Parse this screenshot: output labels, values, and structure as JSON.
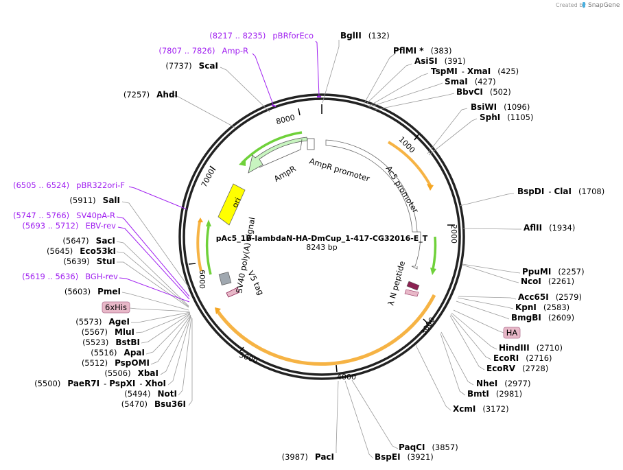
{
  "credit": {
    "text": "Created by",
    "brand": "SnapGene"
  },
  "plasmid": {
    "name": "pAc5_1B-lambdaN-HA-DmCup_1-417-CG32016-E_T",
    "size_label": "8243 bp",
    "length": 8243
  },
  "ticks": [
    "1000",
    "2000",
    "3000",
    "4000",
    "5000",
    "6000",
    "7000",
    "8000"
  ],
  "sites": [
    {
      "name": "BglII",
      "pos": "(132)"
    },
    {
      "name": "PflMI *",
      "pos": "(383)"
    },
    {
      "name": "AsiSI",
      "pos": "(391)"
    },
    {
      "name": "TspMI",
      "sep": "-",
      "name2": "XmaI",
      "pos": "(425)"
    },
    {
      "name": "SmaI",
      "pos": "(427)"
    },
    {
      "name": "BbvCI",
      "pos": "(502)"
    },
    {
      "name": "BsiWI",
      "pos": "(1096)"
    },
    {
      "name": "SphI",
      "pos": "(1105)"
    },
    {
      "name": "BspDI",
      "sep": "-",
      "name2": "ClaI",
      "pos": "(1708)"
    },
    {
      "name": "AflII",
      "pos": "(1934)"
    },
    {
      "name": "PpuMI",
      "pos": "(2257)"
    },
    {
      "name": "NcoI",
      "pos": "(2261)"
    },
    {
      "name": "Acc65I",
      "pos": "(2579)"
    },
    {
      "name": "KpnI",
      "pos": "(2583)"
    },
    {
      "name": "BmgBI",
      "pos": "(2609)"
    },
    {
      "name": "HindIII",
      "pos": "(2710)"
    },
    {
      "name": "EcoRI",
      "pos": "(2716)"
    },
    {
      "name": "EcoRV",
      "pos": "(2728)"
    },
    {
      "name": "NheI",
      "pos": "(2977)"
    },
    {
      "name": "BmtI",
      "pos": "(2981)"
    },
    {
      "name": "XcmI",
      "pos": "(3172)"
    },
    {
      "name": "PaqCI",
      "pos": "(3857)"
    },
    {
      "name": "BspEI",
      "pos": "(3921)"
    },
    {
      "name": "PacI",
      "pos": "(3987)"
    },
    {
      "name": "Bsu36I",
      "pos": "(5470)"
    },
    {
      "name": "NotI",
      "pos": "(5494)"
    },
    {
      "name": "PaeR7I",
      "sep": "-",
      "name2": "PspXI",
      "sep2": "-",
      "name3": "XhoI",
      "pos": "(5500)"
    },
    {
      "name": "XbaI",
      "pos": "(5506)"
    },
    {
      "name": "PspOMI",
      "pos": "(5512)"
    },
    {
      "name": "ApaI",
      "pos": "(5516)"
    },
    {
      "name": "BstBI",
      "pos": "(5523)"
    },
    {
      "name": "MluI",
      "pos": "(5567)"
    },
    {
      "name": "AgeI",
      "pos": "(5573)"
    },
    {
      "name": "PmeI",
      "pos": "(5603)"
    },
    {
      "name": "StuI",
      "pos": "(5639)"
    },
    {
      "name": "Eco53kI",
      "pos": "(5645)"
    },
    {
      "name": "SacI",
      "pos": "(5647)"
    },
    {
      "name": "SalI",
      "pos": "(5911)"
    },
    {
      "name": "AhdI",
      "pos": "(7257)"
    },
    {
      "name": "ScaI",
      "pos": "(7737)"
    }
  ],
  "primers": [
    {
      "range": "(8217 .. 8235)",
      "name": "pBRforEco"
    },
    {
      "range": "(7807 .. 7826)",
      "name": "Amp-R"
    },
    {
      "range": "(6505 .. 6524)",
      "name": "pBR322ori-F"
    },
    {
      "range": "(5747 .. 5766)",
      "name": "SV40pA-R"
    },
    {
      "range": "(5693 .. 5712)",
      "name": "EBV-rev"
    },
    {
      "range": "(5619 .. 5636)",
      "name": "BGH-rev"
    }
  ],
  "tags": [
    {
      "name": "6xHis"
    },
    {
      "name": "HA"
    }
  ],
  "features": [
    {
      "name": "AmpR promoter"
    },
    {
      "name": "AmpR"
    },
    {
      "name": "ori"
    },
    {
      "name": "SV40 poly(A) signal"
    },
    {
      "name": "V5 tag"
    },
    {
      "name": "Ac5 promoter"
    },
    {
      "name": "λ N peptide"
    }
  ],
  "colors": {
    "primer": "#a020f0",
    "orf": "#f5a623",
    "orf_light": "#fdf0d0",
    "green_arrow": "#6fd13a",
    "ampr_fill": "#c8f5c0",
    "ori_fill": "#ffff00",
    "tag_fill": "#e8b8c8",
    "lambda_fill": "#8b2252",
    "polyA_fill": "#a0a8b0"
  }
}
